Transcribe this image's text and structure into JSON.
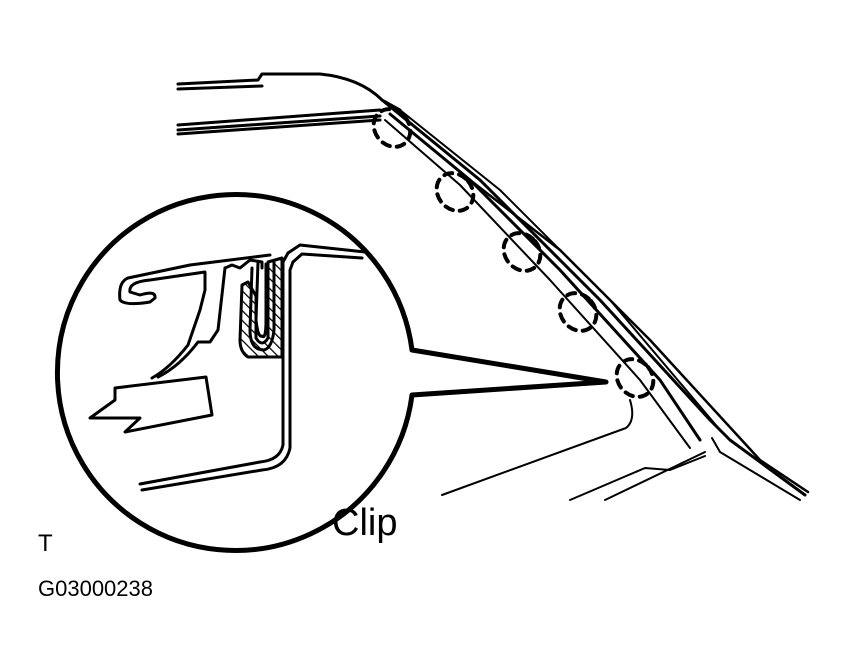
{
  "diagram": {
    "callout_label": "Clip",
    "corner_marker": "T",
    "figure_code": "G03000238",
    "colors": {
      "line": "#000000",
      "background": "#ffffff"
    }
  }
}
